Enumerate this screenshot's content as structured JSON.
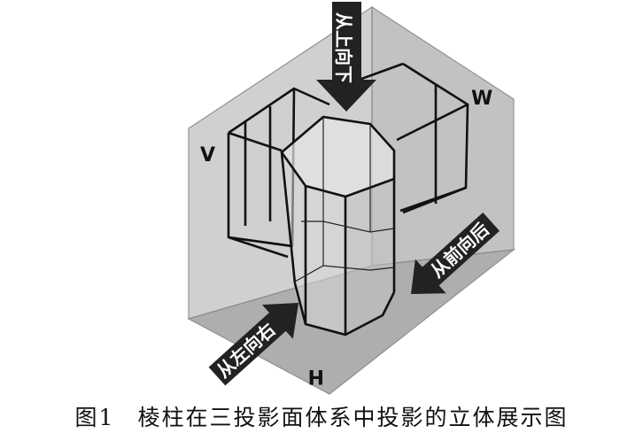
{
  "figure": {
    "colors": {
      "v_plane": "#cdcdcd",
      "w_plane": "#bdbdbd",
      "h_plane": "#aaaaaa",
      "plane_edge": "#8a8a8a",
      "wire": "#111111",
      "arrow": "#222222",
      "arrow_text": "#ffffff"
    },
    "plane_labels": {
      "v": "V",
      "w": "W",
      "h": "H"
    },
    "arrows": {
      "top": "从上向下",
      "front": "从前向后",
      "left": "从左向右"
    }
  },
  "caption": {
    "number": "图1",
    "text": "棱柱在三投影面体系中投影的立体展示图"
  }
}
